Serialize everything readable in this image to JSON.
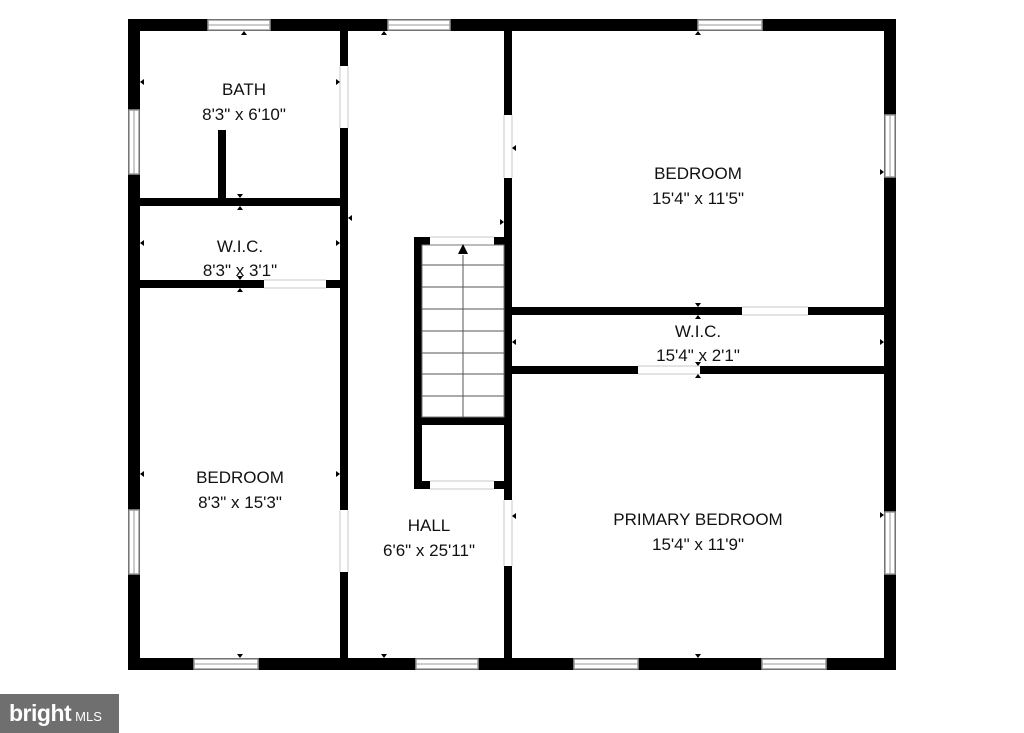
{
  "colors": {
    "wall": "#000000",
    "window": "#9a9a9a",
    "background": "#ffffff",
    "logo_bg": "#6f6f6f"
  },
  "rooms": [
    {
      "name": "BATH",
      "dimensions": "8'3\" x 6'10\""
    },
    {
      "name": "W.I.C.",
      "dimensions": "8'3\" x 3'1\""
    },
    {
      "name": "BEDROOM",
      "dimensions": "8'3\" x 15'3\""
    },
    {
      "name": "HALL",
      "dimensions": "6'6\" x 25'11\""
    },
    {
      "name": "BEDROOM",
      "dimensions": "15'4\" x 11'5\""
    },
    {
      "name": "W.I.C.",
      "dimensions": "15'4\" x 2'1\""
    },
    {
      "name": "PRIMARY BEDROOM",
      "dimensions": "15'4\" x 11'9\""
    }
  ],
  "features": {
    "stairs": "stairs",
    "stairs_direction": "up-arrow-icon"
  },
  "logo": {
    "word": "bright",
    "suffix": "MLS"
  }
}
